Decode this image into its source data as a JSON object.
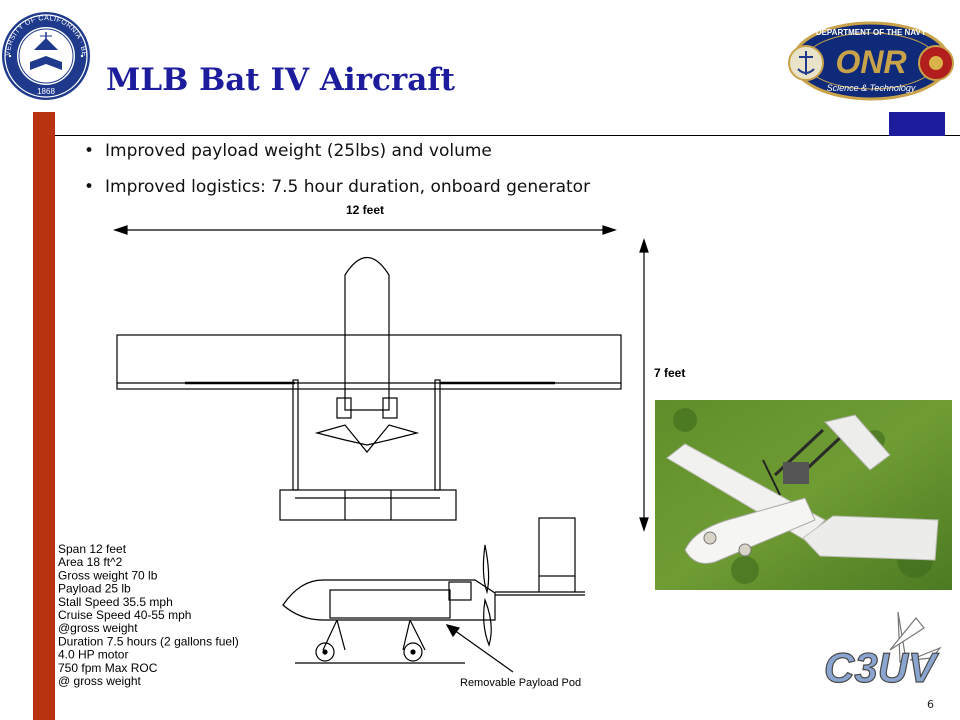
{
  "slide": {
    "title": "MLB Bat IV Aircraft",
    "bullets": [
      "Improved payload weight (25lbs) and volume",
      "Improved logistics: 7.5 hour duration, onboard generator"
    ],
    "page_number": "6"
  },
  "diagram": {
    "span_dimension": "12 feet",
    "length_dimension": "7 feet",
    "pod_label": "Removable Payload Pod",
    "specs": [
      "Span 12 feet",
      "Area 18 ft^2",
      "Gross weight 70 lb",
      "Payload 25 lb",
      "Stall Speed 35.5 mph",
      "Cruise Speed 40-55 mph",
      "@gross weight",
      "Duration 7.5 hours (2 gallons fuel)",
      "4.0 HP motor",
      "750 fpm Max ROC",
      "@ gross weight"
    ]
  },
  "logos": {
    "seal_text_top": "THE UNIVERSITY OF CALIFORNIA · BERKELEY",
    "seal_year": "1868",
    "onr_top": "DEPARTMENT OF THE NAVY",
    "onr_mark": "ONR",
    "onr_bottom": "Science & Technology",
    "c3uv": "C3UV"
  },
  "colors": {
    "title": "#1c1c9c",
    "left_bar": "#b83410",
    "corner_square": "#1c1c9c"
  }
}
